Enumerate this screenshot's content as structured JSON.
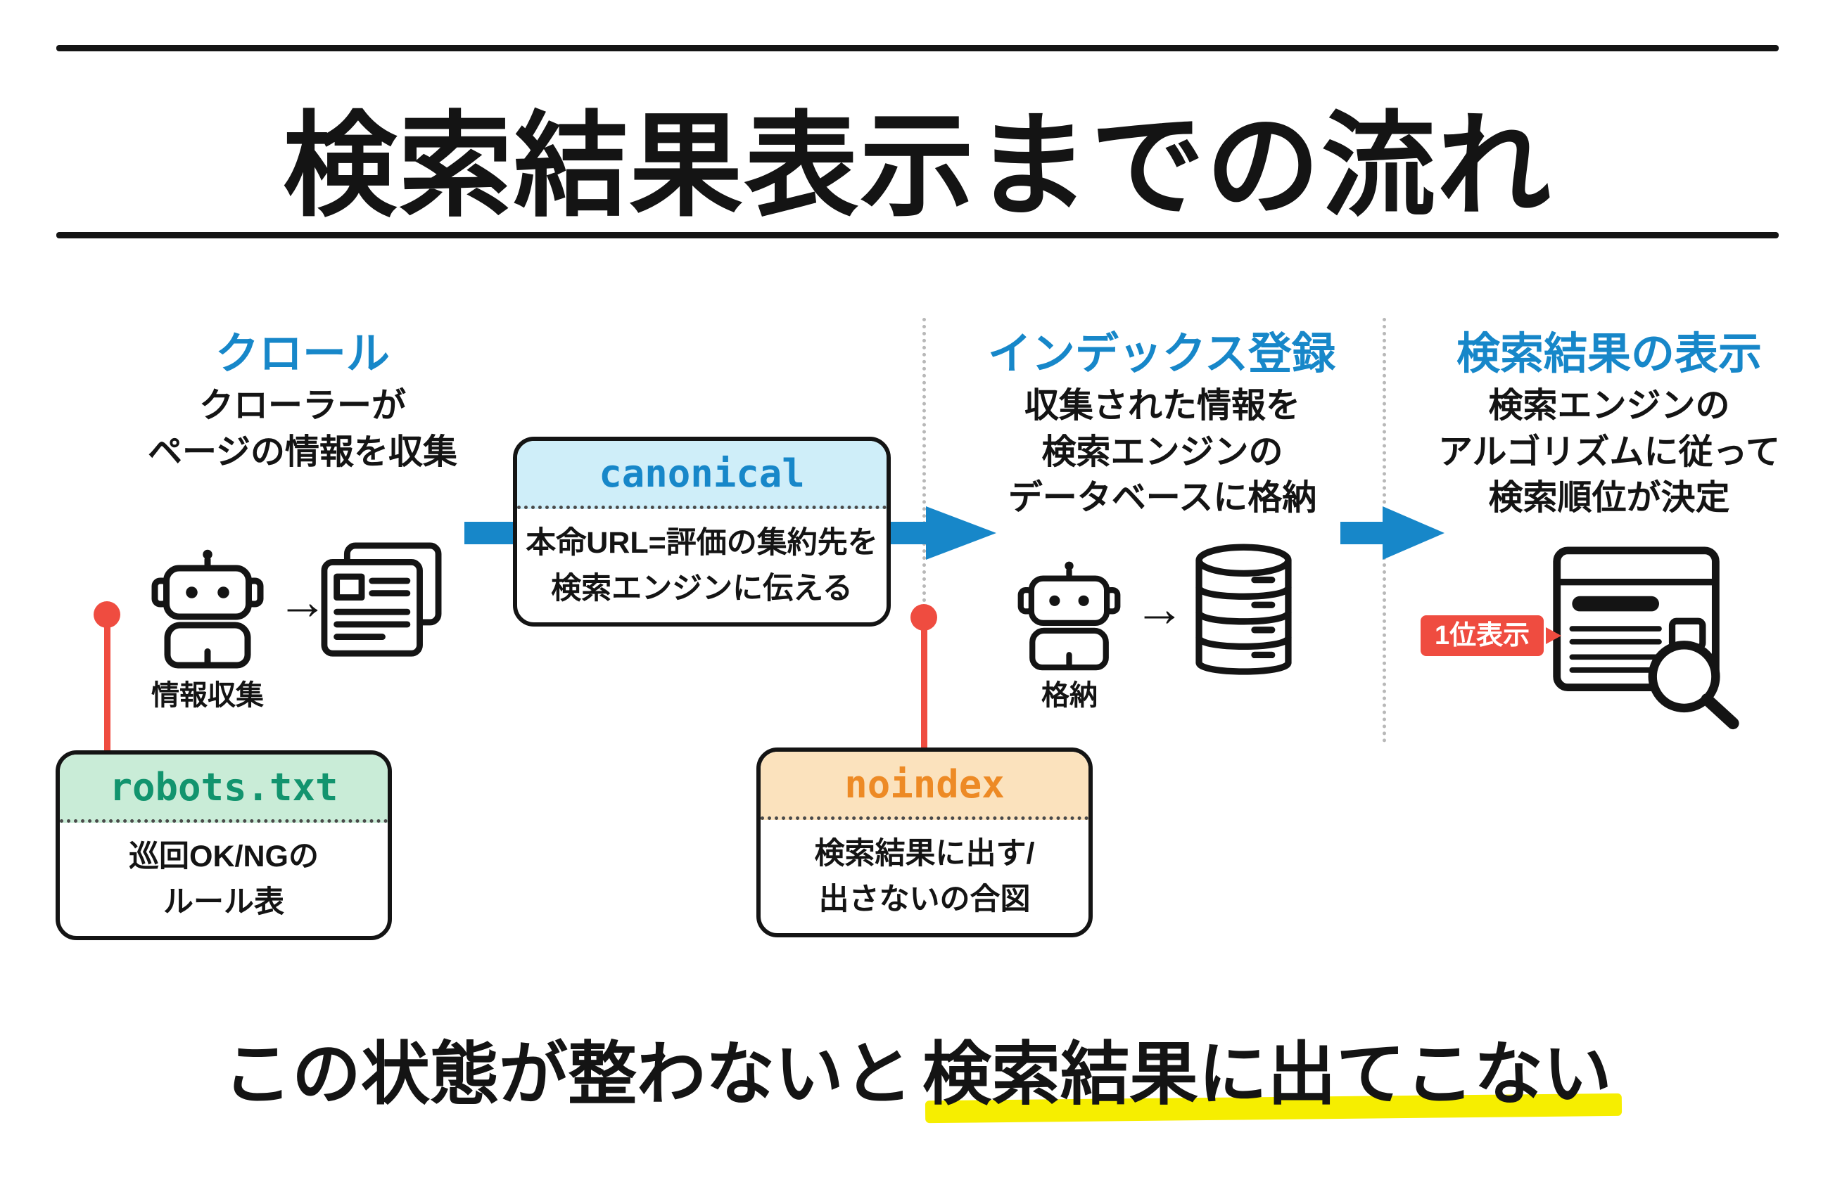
{
  "title": "検索結果表示までの流れ",
  "stages": [
    {
      "label": "クロール",
      "description": "クローラーが\nページの情報を収集",
      "caption": "情報収集"
    },
    {
      "label": "インデックス登録",
      "description": "収集された情報を\n検索エンジンの\nデータベースに格納",
      "caption": "格納"
    },
    {
      "label": "検索結果の表示",
      "description": "検索エンジンの\nアルゴリズムに従って\n検索順位が決定",
      "badge": "1位表示"
    }
  ],
  "callouts": [
    {
      "title": "canonical",
      "body": "本命URL=評価の集約先を\n検索エンジンに伝える",
      "accent": "#1787c9",
      "header_bg": "#cfeef9"
    },
    {
      "title": "robots.txt",
      "body": "巡回OK/NGの\nルール表",
      "accent": "#12946e",
      "header_bg": "#c9ecd7"
    },
    {
      "title": "noindex",
      "body": "検索結果に出す/\n出さないの合図",
      "accent": "#ed8a25",
      "header_bg": "#fbe2bd"
    }
  ],
  "footer": {
    "prefix": "この状態が整わないと",
    "highlight": "検索結果に出てこない"
  },
  "colors": {
    "flow_blue": "#1787c9",
    "connector_red": "#ef4c40",
    "marker_yellow": "#f6ee00",
    "line_black": "#141414"
  }
}
